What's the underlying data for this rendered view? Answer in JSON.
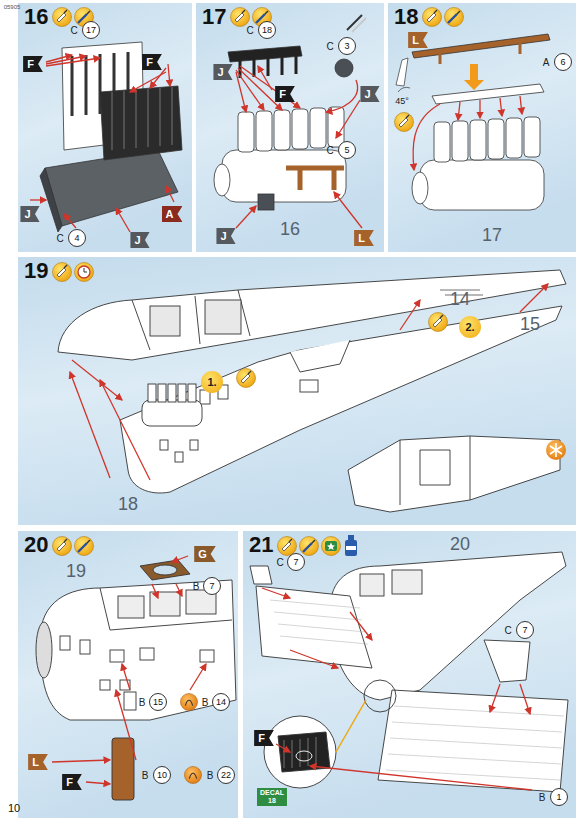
{
  "diagram": {
    "nodes": [
      {
        "text": [
          "16"
        ]
      },
      {
        "text": [
          "17"
        ]
      },
      {
        "text": [
          "18"
        ]
      },
      {
        "text": [
          "19"
        ]
      },
      {
        "text": [
          "20"
        ]
      },
      {
        "text": [
          "21"
        ]
      }
    ],
    "labels": [
      "05905",
      "C",
      "17",
      "F",
      "F",
      "J",
      "A",
      "C",
      "4",
      "J",
      "C",
      "18",
      "J",
      "F",
      "C",
      "3",
      "J",
      "C",
      "5",
      "16",
      "J",
      "L",
      "L",
      "A",
      "6",
      "45°",
      "17",
      "14",
      "2.",
      "15",
      "1.",
      "18",
      "G",
      "B",
      "7",
      "19",
      "B",
      "15",
      "B",
      "14",
      "L",
      "F",
      "B",
      "10",
      "B",
      "22",
      "C",
      "7",
      "20",
      "C",
      "7",
      "F",
      "DECAL 18",
      "B",
      "1",
      "10"
    ]
  }
}
